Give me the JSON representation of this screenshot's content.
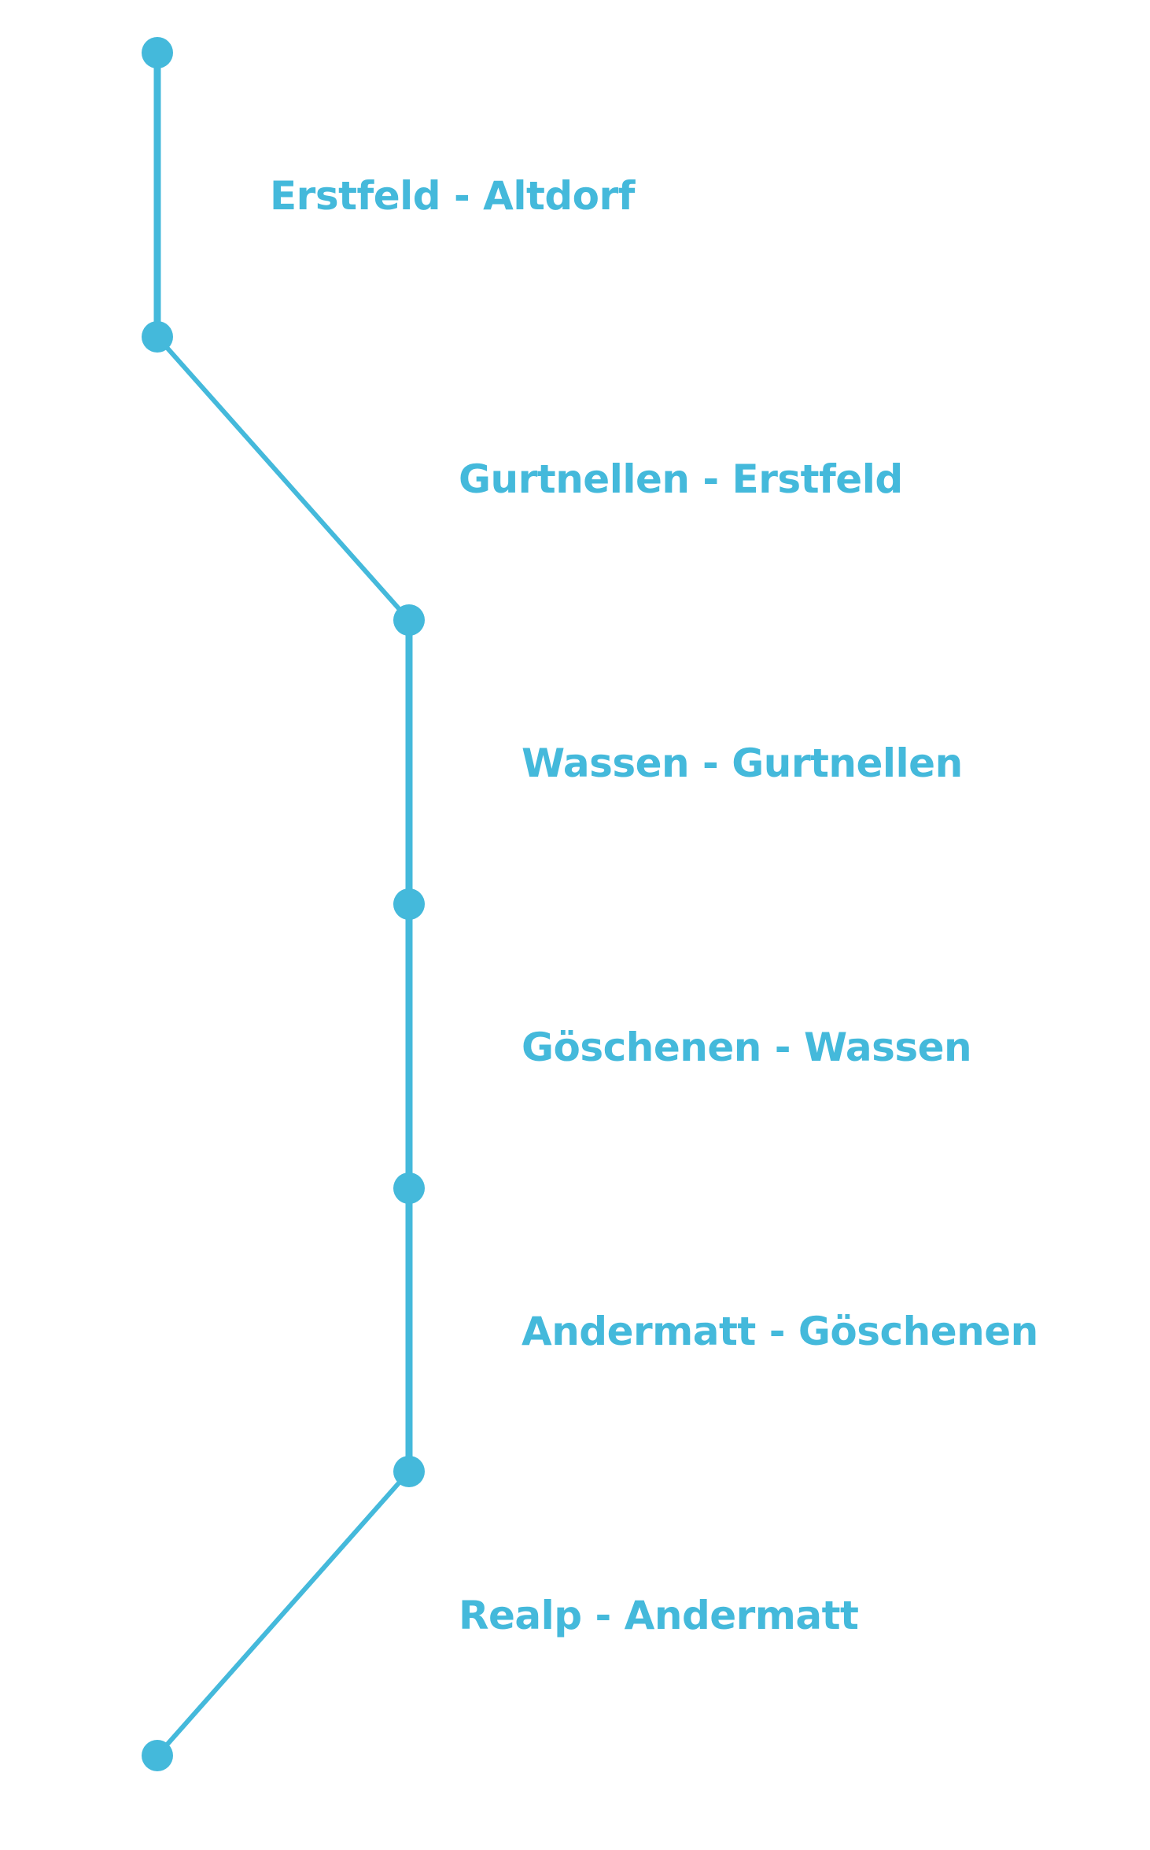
{
  "colors": {
    "route": "#44b9db",
    "label": "#44b9db",
    "background": "#ffffff"
  },
  "segments": [
    {
      "label": "Erstfeld - Altdorf"
    },
    {
      "label": "Gurtnellen - Erstfeld"
    },
    {
      "label": "Wassen - Gurtnellen"
    },
    {
      "label": "Göschenen - Wassen"
    },
    {
      "label": "Andermatt - Göschenen"
    },
    {
      "label": "Realp - Andermatt"
    }
  ]
}
